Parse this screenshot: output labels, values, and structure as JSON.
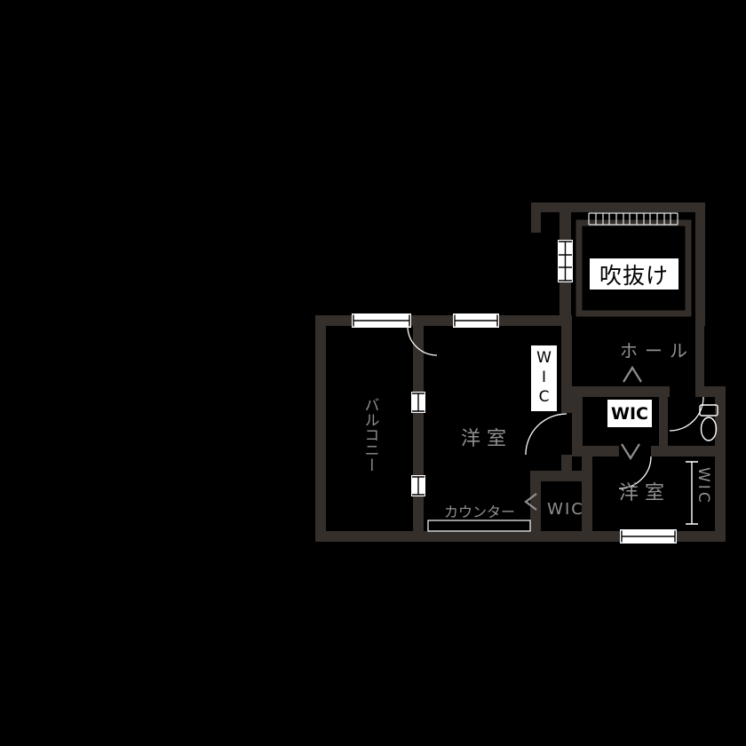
{
  "colors": {
    "background": "#000000",
    "wall": "#352f2b",
    "line_white": "#ffffff",
    "room_text_gray": "#909090",
    "label_box_bg": "#ffffff",
    "label_box_text": "#000000"
  },
  "rooms": {
    "void": {
      "label": "吹抜け"
    },
    "hall": {
      "label": "ホール"
    },
    "wic_upper": {
      "label": "WIC"
    },
    "wic_center": {
      "label": "WIC"
    },
    "wic_lower": {
      "label": "WIC"
    },
    "closet_right": {
      "label": "WIC"
    },
    "bedroom_center": {
      "label": "洋室"
    },
    "bedroom_right": {
      "label": "洋室"
    },
    "balcony": {
      "label": "バルコニー"
    },
    "counter": {
      "label": "カウンター"
    }
  },
  "icons": {
    "toilet": "toilet-icon",
    "railing": "railing-grid-icon",
    "door_swing": "door-swing-arc",
    "closet_pole": "closet-pole-icon",
    "passage_arrows": "passage-arrow-icons"
  }
}
